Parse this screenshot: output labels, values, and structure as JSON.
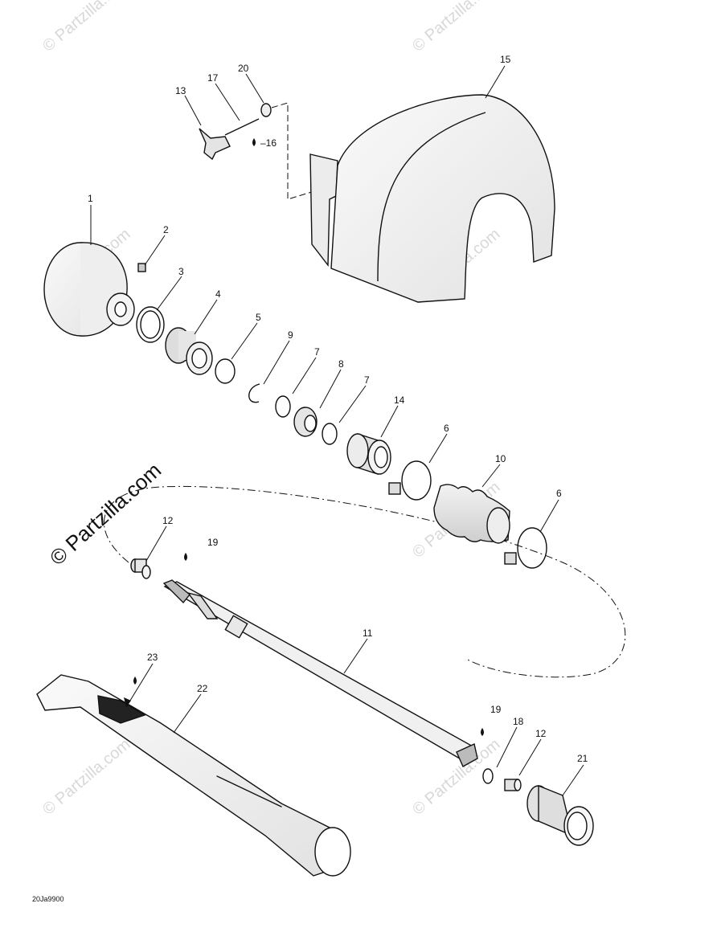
{
  "figure_code": "20Ja9900",
  "watermark": "© Partzilla.com",
  "callouts": [
    "1",
    "2",
    "3",
    "4",
    "5",
    "6",
    "7",
    "8",
    "9",
    "10",
    "11",
    "12",
    "13",
    "14",
    "15",
    "16",
    "17",
    "18",
    "19",
    "20",
    "21",
    "22",
    "23"
  ],
  "labels": [
    {
      "id": "1",
      "text": "1"
    },
    {
      "id": "2",
      "text": "2"
    },
    {
      "id": "3",
      "text": "3"
    },
    {
      "id": "4",
      "text": "4"
    },
    {
      "id": "5",
      "text": "5"
    },
    {
      "id": "9",
      "text": "9"
    },
    {
      "id": "7a",
      "text": "7"
    },
    {
      "id": "8",
      "text": "8"
    },
    {
      "id": "7b",
      "text": "7"
    },
    {
      "id": "14",
      "text": "14"
    },
    {
      "id": "6a",
      "text": "6"
    },
    {
      "id": "10",
      "text": "10"
    },
    {
      "id": "6b",
      "text": "6"
    },
    {
      "id": "12a",
      "text": "12"
    },
    {
      "id": "19a",
      "text": "19"
    },
    {
      "id": "11",
      "text": "11"
    },
    {
      "id": "23",
      "text": "23"
    },
    {
      "id": "22",
      "text": "22"
    },
    {
      "id": "19b",
      "text": "19"
    },
    {
      "id": "18",
      "text": "18"
    },
    {
      "id": "12b",
      "text": "12"
    },
    {
      "id": "21",
      "text": "21"
    },
    {
      "id": "13",
      "text": "13"
    },
    {
      "id": "17",
      "text": "17"
    },
    {
      "id": "20",
      "text": "20"
    },
    {
      "id": "16",
      "text": "–16"
    },
    {
      "id": "15",
      "text": "15"
    }
  ]
}
